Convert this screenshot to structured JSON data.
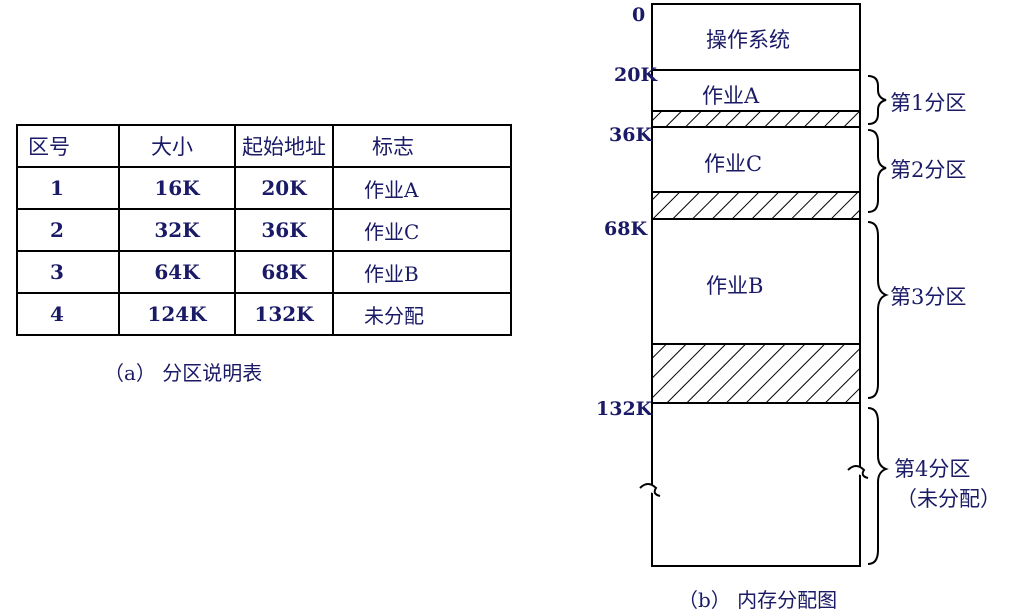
{
  "table": {
    "headers": [
      "区号",
      "大小",
      "起始地址",
      "标志"
    ],
    "rows": [
      [
        "1",
        "16K",
        "20K",
        "作业A"
      ],
      [
        "2",
        "32K",
        "36K",
        "作业C"
      ],
      [
        "3",
        "64K",
        "68K",
        "作业B"
      ],
      [
        "4",
        "124K",
        "132K",
        "未分配"
      ]
    ],
    "caption": "（a） 分区说明表"
  },
  "memory": {
    "addresses": [
      "0",
      "20K",
      "36K",
      "68K",
      "132K"
    ],
    "blocks": {
      "os": "操作系统",
      "job_a": "作业A",
      "job_c": "作业C",
      "job_b": "作业B"
    },
    "partitions": {
      "p1": "第1分区",
      "p2": "第2分区",
      "p3": "第3分区",
      "p4": "第4分区",
      "p4_note": "（未分配）"
    },
    "caption": "（b） 内存分配图"
  }
}
